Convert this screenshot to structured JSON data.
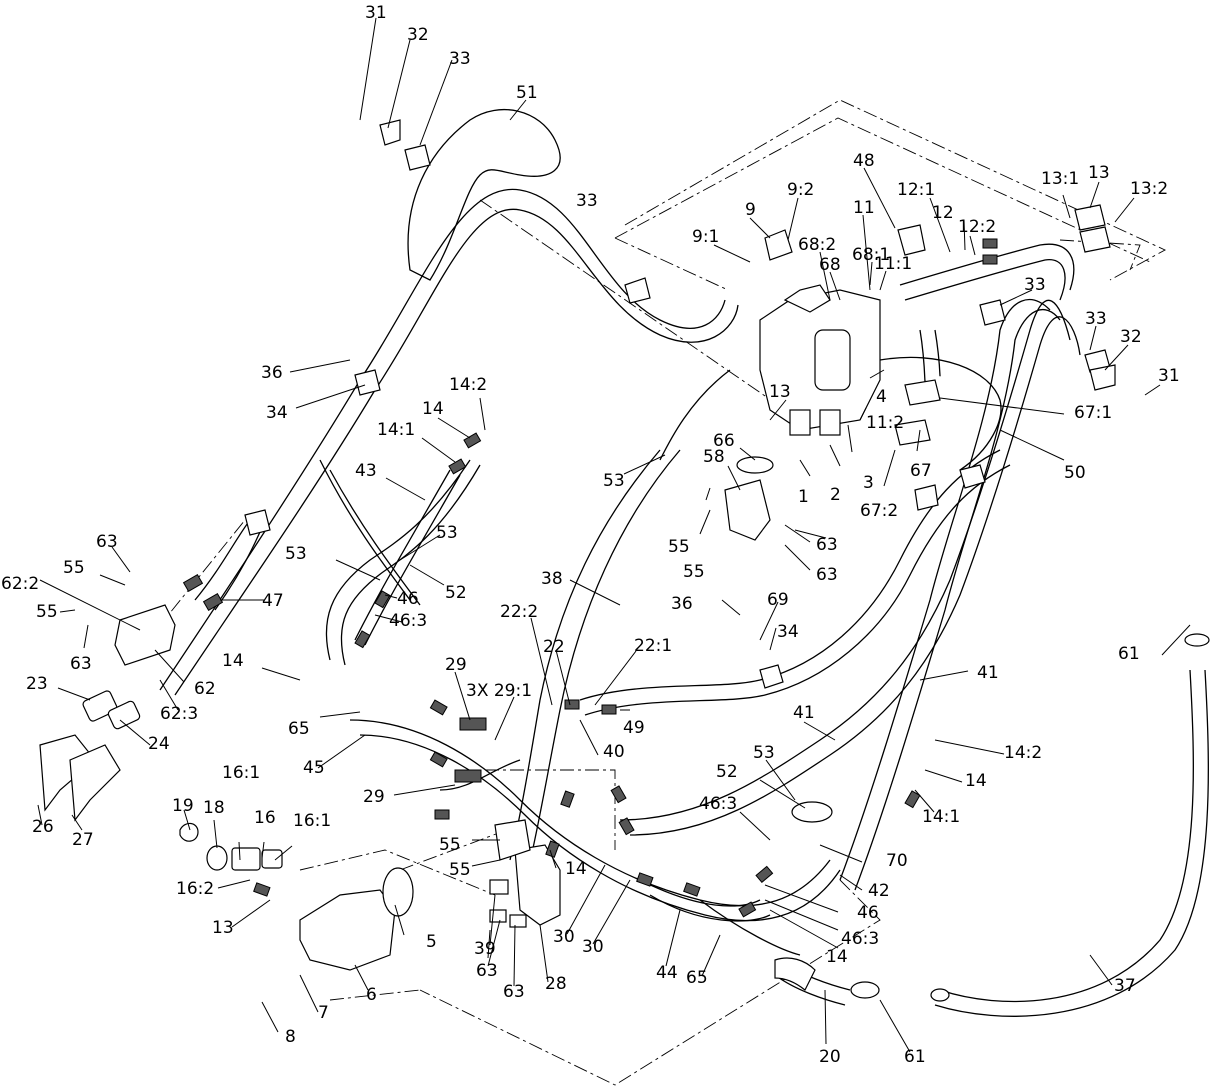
{
  "callouts": [
    "31",
    "32",
    "33",
    "51",
    "9:2",
    "9",
    "9:1",
    "48",
    "12:1",
    "12",
    "12:2",
    "13:1",
    "13",
    "13:2",
    "33",
    "11",
    "68:1",
    "68:2",
    "68",
    "11:1",
    "33",
    "33",
    "32",
    "31",
    "36",
    "34",
    "14:2",
    "14",
    "14:1",
    "43",
    "13",
    "11:2",
    "4",
    "67:1",
    "66",
    "53",
    "58",
    "1",
    "2",
    "3",
    "67",
    "50",
    "67:2",
    "55",
    "55",
    "63",
    "63",
    "53",
    "53",
    "52",
    "38",
    "36",
    "69",
    "34",
    "63",
    "55",
    "62:2",
    "55",
    "63",
    "47",
    "46",
    "46:3",
    "14",
    "22:2",
    "22",
    "22:1",
    "29",
    "3X 29:1",
    "41",
    "62",
    "62:3",
    "23",
    "24",
    "49",
    "65",
    "45",
    "40",
    "41",
    "61",
    "53",
    "14:2",
    "14",
    "14:1",
    "29",
    "52",
    "46:3",
    "26",
    "27",
    "19",
    "18",
    "16:1",
    "16",
    "16:1",
    "55",
    "55",
    "14",
    "70",
    "16:2",
    "13",
    "42",
    "46",
    "5",
    "39",
    "63",
    "28",
    "30",
    "30",
    "44",
    "65",
    "14",
    "46:3",
    "63",
    "6",
    "37",
    "7",
    "8",
    "20",
    "61"
  ]
}
